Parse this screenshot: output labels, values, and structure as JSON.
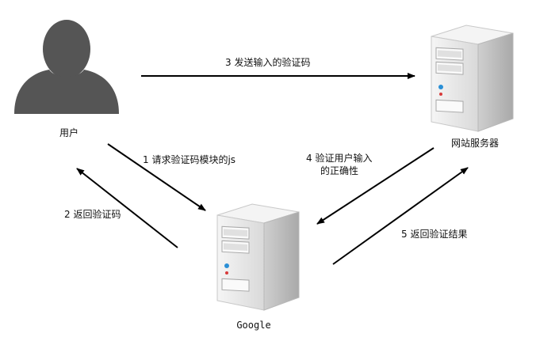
{
  "nodes": {
    "user": {
      "label": "用户",
      "icon": "person-icon"
    },
    "website_server": {
      "label": "网站服务器",
      "icon": "server-icon"
    },
    "google_server": {
      "label": "Google",
      "icon": "server-icon"
    }
  },
  "edges": [
    {
      "step": "3",
      "text": "3 发送输入的验证码",
      "from": "user",
      "to": "website_server"
    },
    {
      "step": "1",
      "text": "1 请求验证码模块的js",
      "from": "user",
      "to": "google_server"
    },
    {
      "step": "2",
      "text": "2 返回验证码",
      "from": "google_server",
      "to": "user"
    },
    {
      "step": "4",
      "text_line1": "4 验证用户输入",
      "text_line2": "的正确性",
      "from": "website_server",
      "to": "google_server"
    },
    {
      "step": "5",
      "text": "5 返回验证结果",
      "from": "google_server",
      "to": "website_server"
    }
  ],
  "colors": {
    "person_fill": "#555555",
    "arrow": "#000000",
    "server_body": "#e8e8e8",
    "server_shadow": "#bdbdbd",
    "server_top": "#f4f4f4",
    "server_accent_blue": "#2a8fd6",
    "server_accent_red": "#d83a3a"
  }
}
